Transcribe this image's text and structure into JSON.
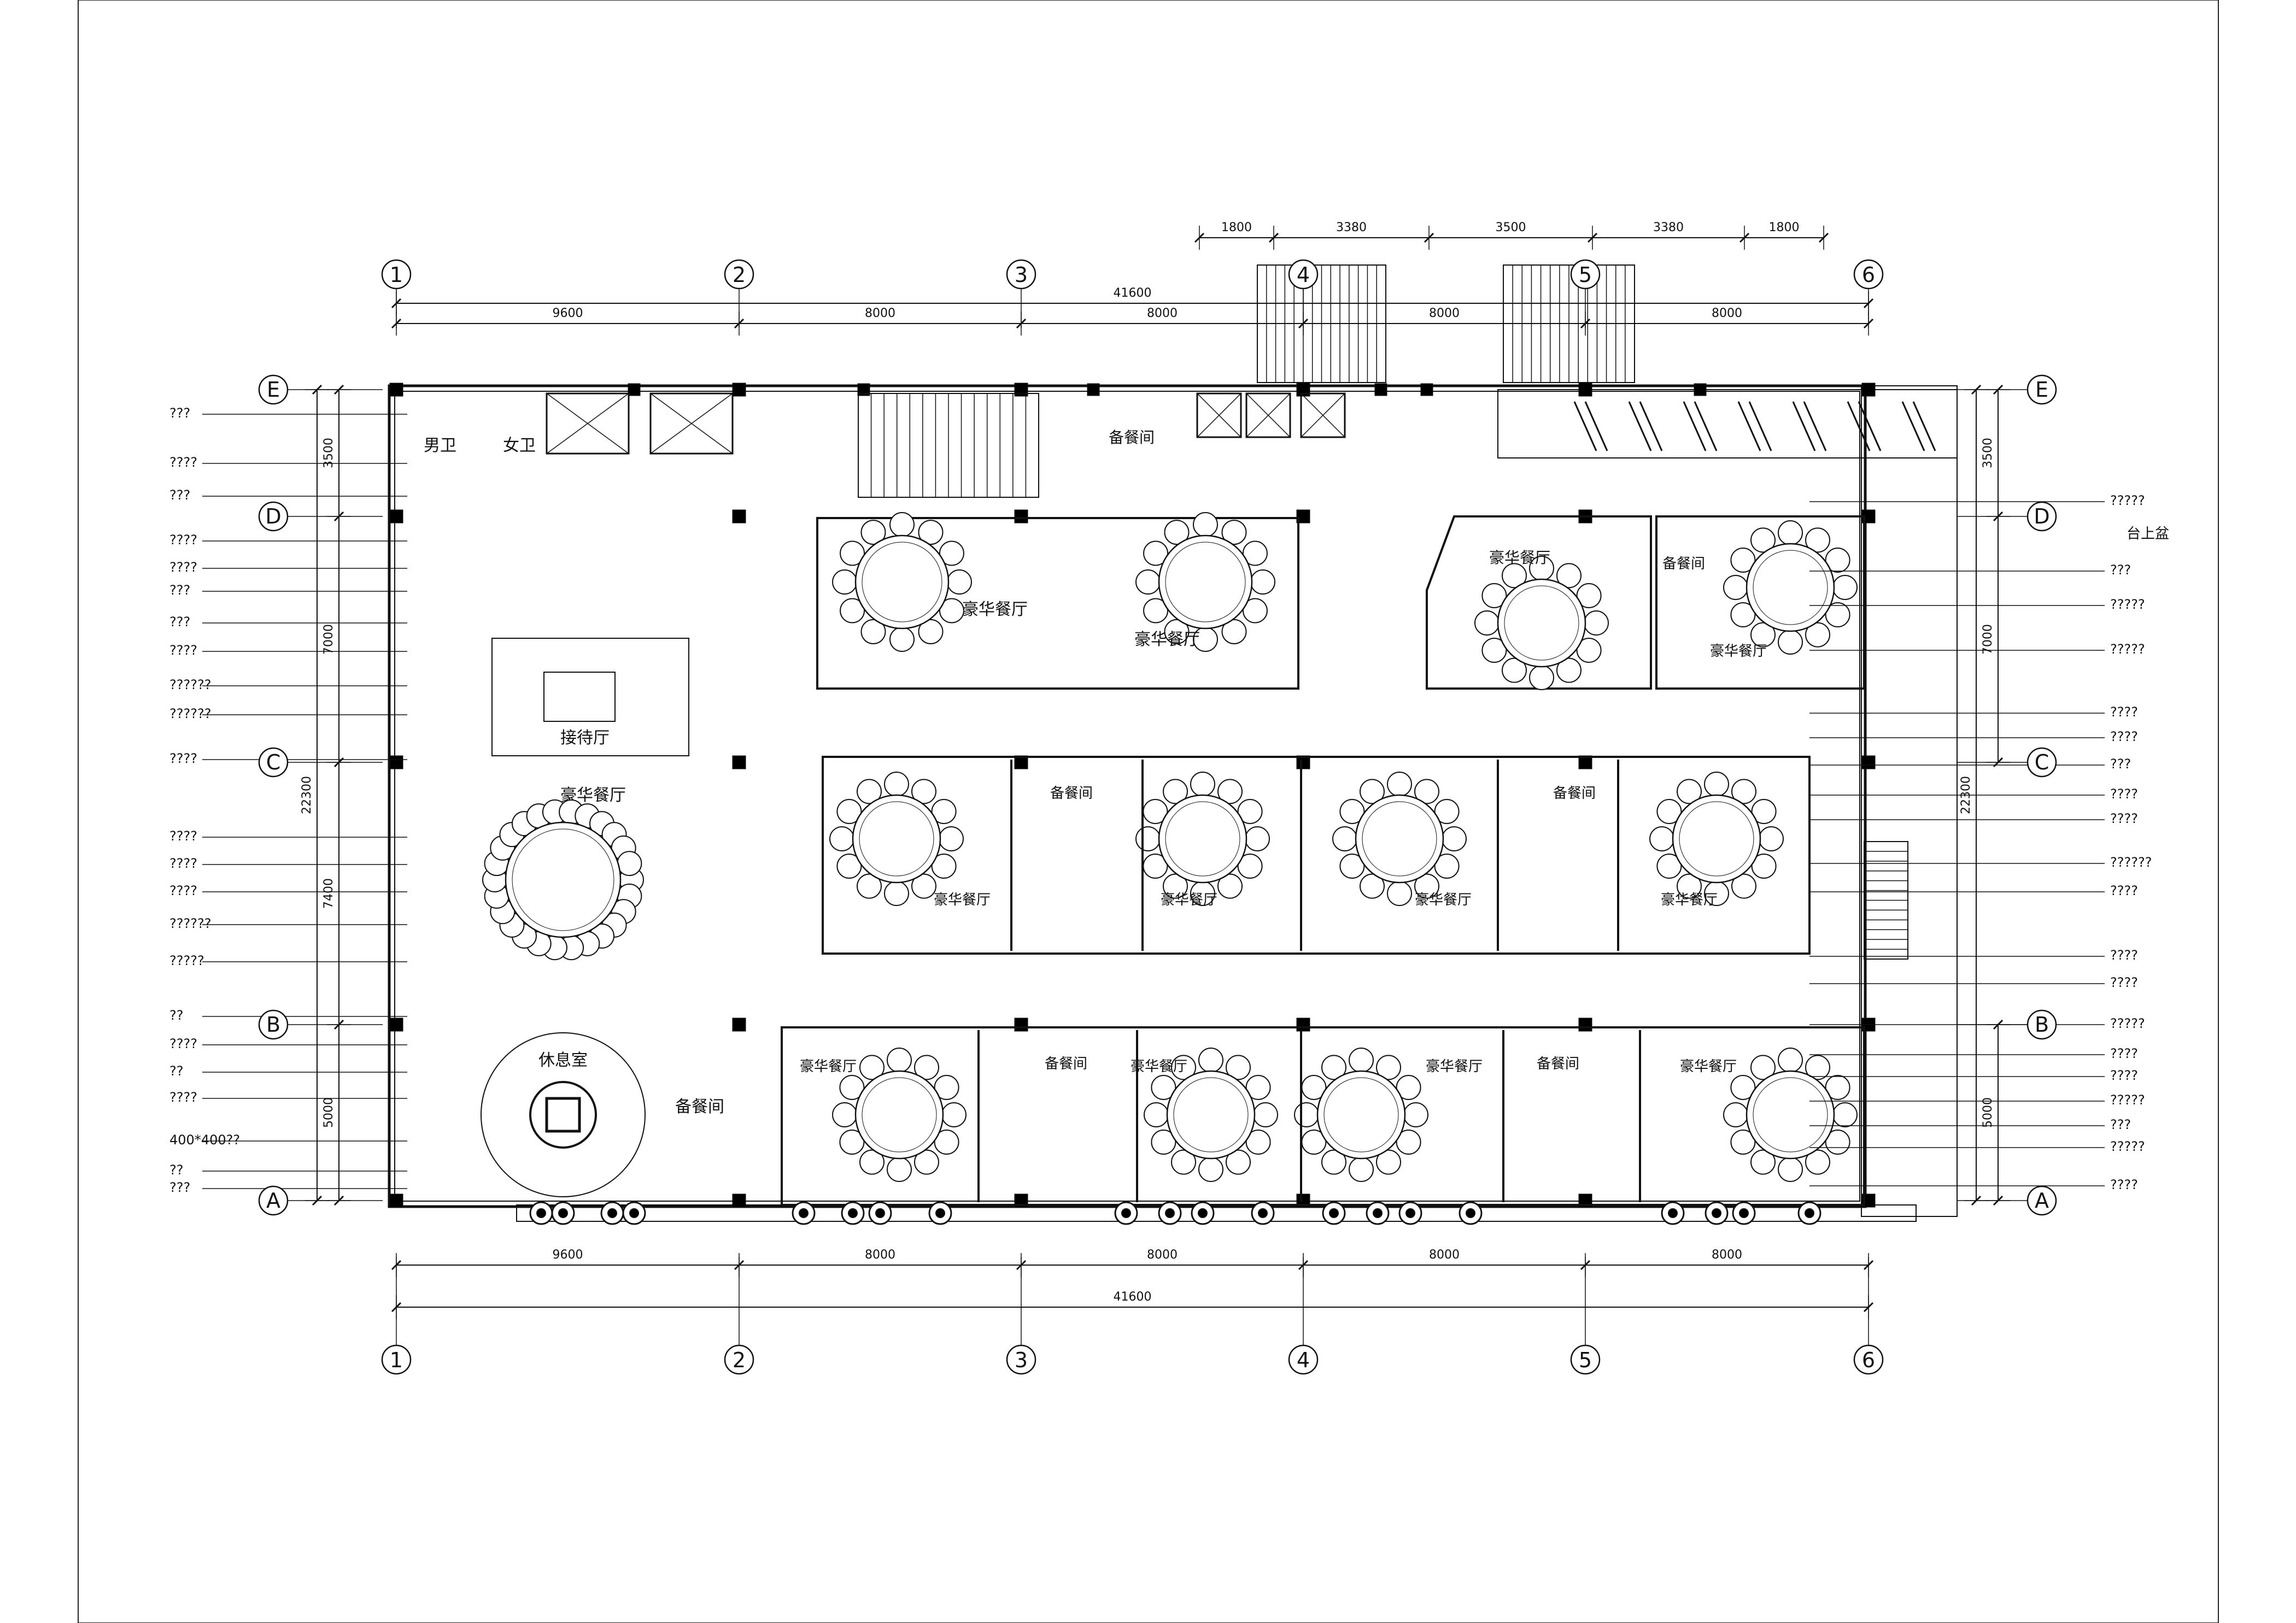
{
  "axes": {
    "numbers": [
      "1",
      "2",
      "3",
      "4",
      "5",
      "6"
    ],
    "letters": [
      "A",
      "B",
      "C",
      "D",
      "E"
    ]
  },
  "dimensions": {
    "top_spans": [
      "9600",
      "8000",
      "8000",
      "8000",
      "8000"
    ],
    "bottom_spans": [
      "9600",
      "8000",
      "8000",
      "8000",
      "8000"
    ],
    "total": "41600",
    "left_rows": [
      "3500",
      "7000",
      "7400",
      "5000"
    ],
    "left_total": "22300",
    "right_rows": [
      "3500",
      "7000",
      "5000"
    ],
    "right_total": "22300",
    "stair_top": [
      "1800",
      "3380",
      "3500",
      "3380",
      "1800"
    ],
    "mid_label": "5000"
  },
  "rooms": {
    "restroom_m": "男卫",
    "restroom_f": "女卫",
    "service": "备餐间",
    "reception": "接待厅",
    "lounge": "休息室",
    "deluxe_dining": "豪华餐厅"
  },
  "annotation_right": "台上盆",
  "annotation_left_special": "400*400??",
  "left_legend": [
    "???",
    "????",
    "???",
    "????",
    "????",
    "???",
    "???",
    "????",
    "??????",
    "??????",
    "????",
    "????",
    "????",
    "????",
    "??????",
    "?????",
    "??",
    "????",
    "??",
    "????",
    "400*400??",
    "??",
    "???"
  ],
  "right_legend": [
    "?????",
    "???",
    "?????",
    "?????",
    "????",
    "????",
    "???",
    "????",
    "????",
    "??????",
    "????",
    "????",
    "????",
    "?????",
    "????",
    "????",
    "?????",
    "???",
    "?????",
    "????"
  ]
}
